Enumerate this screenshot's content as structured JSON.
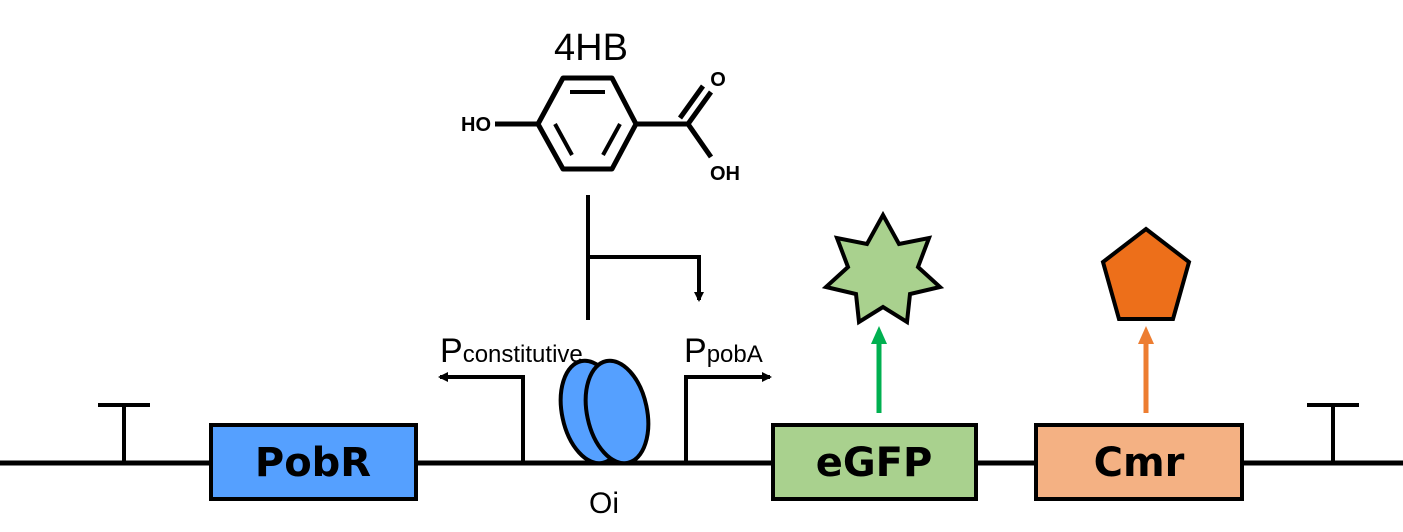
{
  "molecule": {
    "name": "4HB",
    "atoms": {
      "ho": "HO",
      "o": "O",
      "oh": "OH"
    }
  },
  "promoters": {
    "constitutive": {
      "letter": "P",
      "sub": "constitutive"
    },
    "pobA": {
      "letter": "P",
      "sub": "pobA"
    }
  },
  "operator": {
    "label": "Oi"
  },
  "genes": [
    {
      "label": "PobR",
      "color": "#55a0ff"
    },
    {
      "label": "eGFP",
      "color": "#a9d18e"
    },
    {
      "label": "Cmr",
      "color": "#f4b183"
    }
  ],
  "products": {
    "egfp": {
      "shape": "star-icon",
      "color": "#a9d18e",
      "arrow_color": "#00b050"
    },
    "cmr": {
      "shape": "pentagon-icon",
      "color": "#ed6f1a",
      "arrow_color": "#ed7d31"
    }
  },
  "repressor_color": "#55a0ff"
}
